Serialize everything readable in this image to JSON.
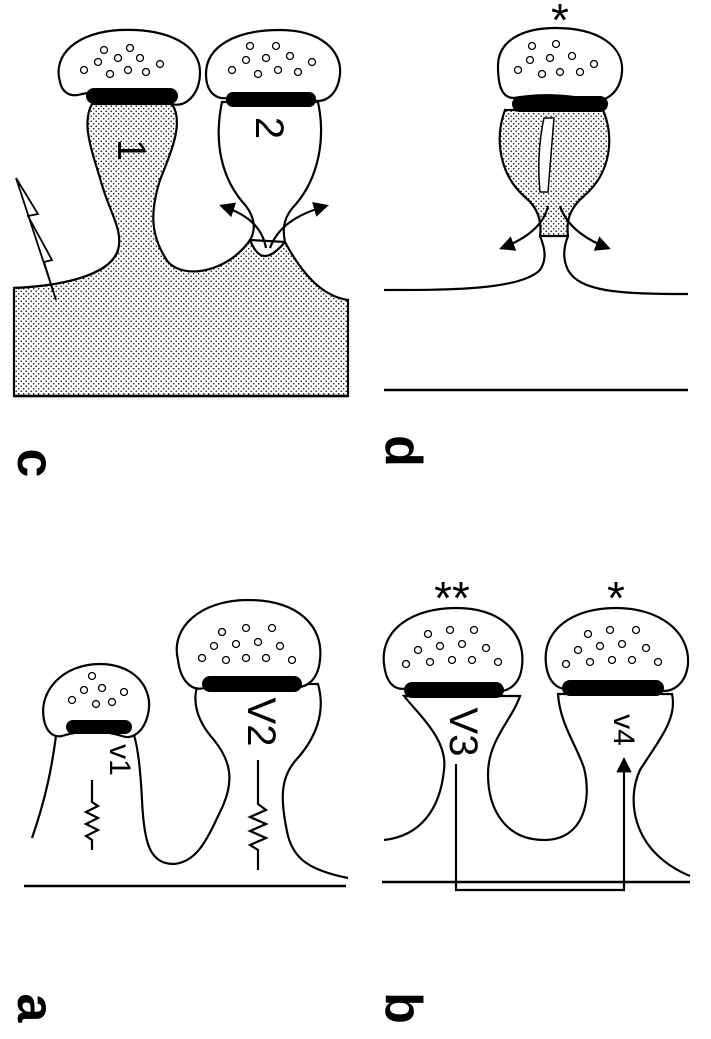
{
  "panels": [
    {
      "id": "a",
      "letter": "a",
      "labels": {
        "spine_1": "v1",
        "spine_2": "V2"
      }
    },
    {
      "id": "b",
      "letter": "b",
      "labels": {
        "spine_1": "V3",
        "spine_2": "v4"
      },
      "stars": {
        "spine_1": "**",
        "spine_2": "*"
      }
    },
    {
      "id": "c",
      "letter": "c",
      "labels": {
        "spine_1": "1",
        "spine_2": "2"
      }
    },
    {
      "id": "d",
      "letter": "d",
      "stars": {
        "spine_1": "*"
      }
    }
  ],
  "colors": {
    "ink": "#000000",
    "background": "#ffffff",
    "stipple": "#000000"
  },
  "icons": {
    "stimulus": "lightning-bolt-icon"
  }
}
